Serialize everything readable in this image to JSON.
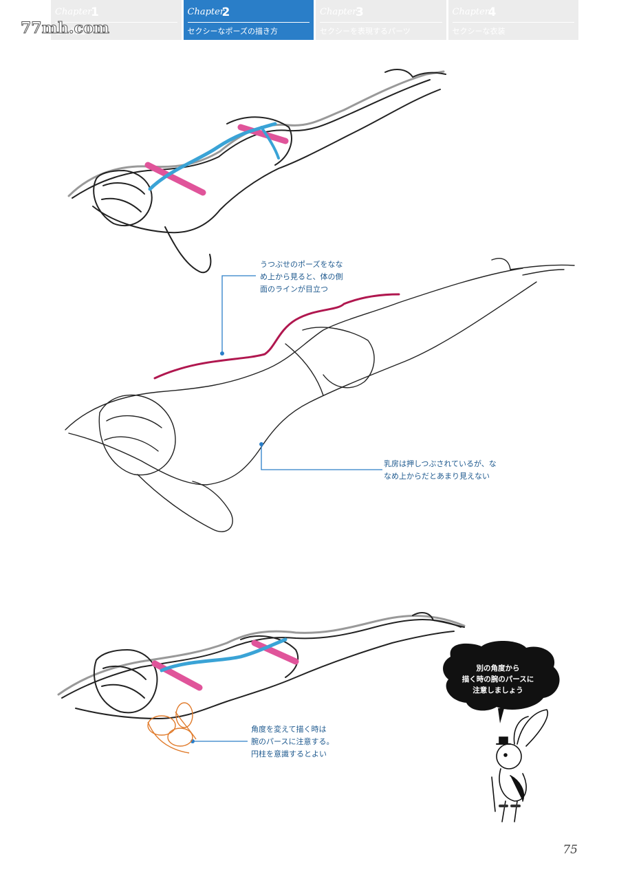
{
  "header": {
    "tabs": [
      {
        "word": "Chapter",
        "num": "1",
        "title": "基本構造",
        "active": false
      },
      {
        "word": "Chapter",
        "num": "2",
        "title": "セクシーなポーズの描き方",
        "active": true
      },
      {
        "word": "Chapter",
        "num": "3",
        "title": "セクシーを表現するパーツ",
        "active": false
      },
      {
        "word": "Chapter",
        "num": "4",
        "title": "セクシーな衣装",
        "active": false
      }
    ]
  },
  "watermark": "77mh.com",
  "annotations": {
    "side_line": "うつぶせのポーズをなな\nめ上から見ると、体の側\n面のラインが目立つ",
    "breast": "乳房は押しつぶされているが、な\nなめ上からだとあまり見えない",
    "arm": "角度を変えて描く時は\n腕のパースに注意する。\n円柱を意識するとよい"
  },
  "bubble": "別の角度から\n描く時の腕のパースに\n注意しましょう",
  "page_number": "75",
  "colors": {
    "tab_active": "#2a7ec8",
    "tab_inactive": "#ececec",
    "annotation_text": "#1f5a8f",
    "leader_line": "#2a7ec8",
    "pink_guide": "#e0549a",
    "blue_guide": "#3aa3d6",
    "crimson_line": "#b0174f",
    "orange_guide": "#e07a2a"
  }
}
